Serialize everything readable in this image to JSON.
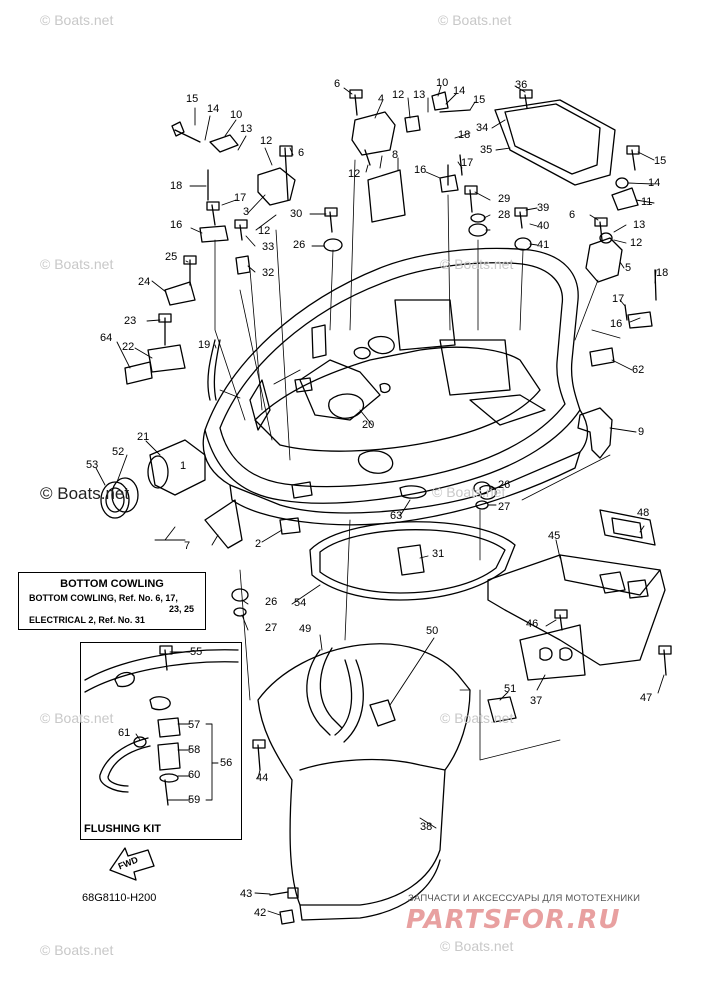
{
  "watermarks": [
    "© Boats.net",
    "© Boats.net",
    "© Boats.net",
    "© Boats.net",
    "© Boats.net",
    "© Boats.net",
    "© Boats.net",
    "© Boats.net",
    "© Boats.net",
    "© Boats.net"
  ],
  "bottom_cowling_box": {
    "title": "BOTTOM COWLING",
    "line1": "BOTTOM COWLING, Ref. No. 6, 17,",
    "line2": "23, 25",
    "line3": "ELECTRICAL 2,  Ref. No. 31"
  },
  "flushing_kit": {
    "title": "FLUSHING KIT"
  },
  "fwd_label": "FWD",
  "diagram_code": "68G8110-H200",
  "brand": {
    "subtitle": "ЗАПЧАСТИ И АКСЕССУАРЫ ДЛЯ МОТОТЕХНИКИ",
    "name": "PARTSFOR.RU"
  },
  "part_labels": [
    "1",
    "2",
    "3",
    "4",
    "5",
    "6",
    "6",
    "6",
    "7",
    "8",
    "9",
    "10",
    "10",
    "11",
    "12",
    "12",
    "12",
    "12",
    "12",
    "13",
    "13",
    "13",
    "14",
    "14",
    "14",
    "15",
    "15",
    "15",
    "16",
    "16",
    "16",
    "17",
    "17",
    "17",
    "18",
    "18",
    "18",
    "19",
    "20",
    "21",
    "22",
    "23",
    "24",
    "25",
    "26",
    "26",
    "26",
    "27",
    "27",
    "28",
    "29",
    "30",
    "31",
    "32",
    "33",
    "34",
    "35",
    "36",
    "37",
    "38",
    "39",
    "40",
    "41",
    "42",
    "43",
    "44",
    "45",
    "46",
    "47",
    "48",
    "49",
    "50",
    "51",
    "52",
    "53",
    "54",
    "55",
    "56",
    "57",
    "58",
    "59",
    "60",
    "61",
    "62",
    "63",
    "64"
  ],
  "colors": {
    "line": "#000000",
    "watermark": "#c8c8c8",
    "brand": "#e8a0a0"
  }
}
